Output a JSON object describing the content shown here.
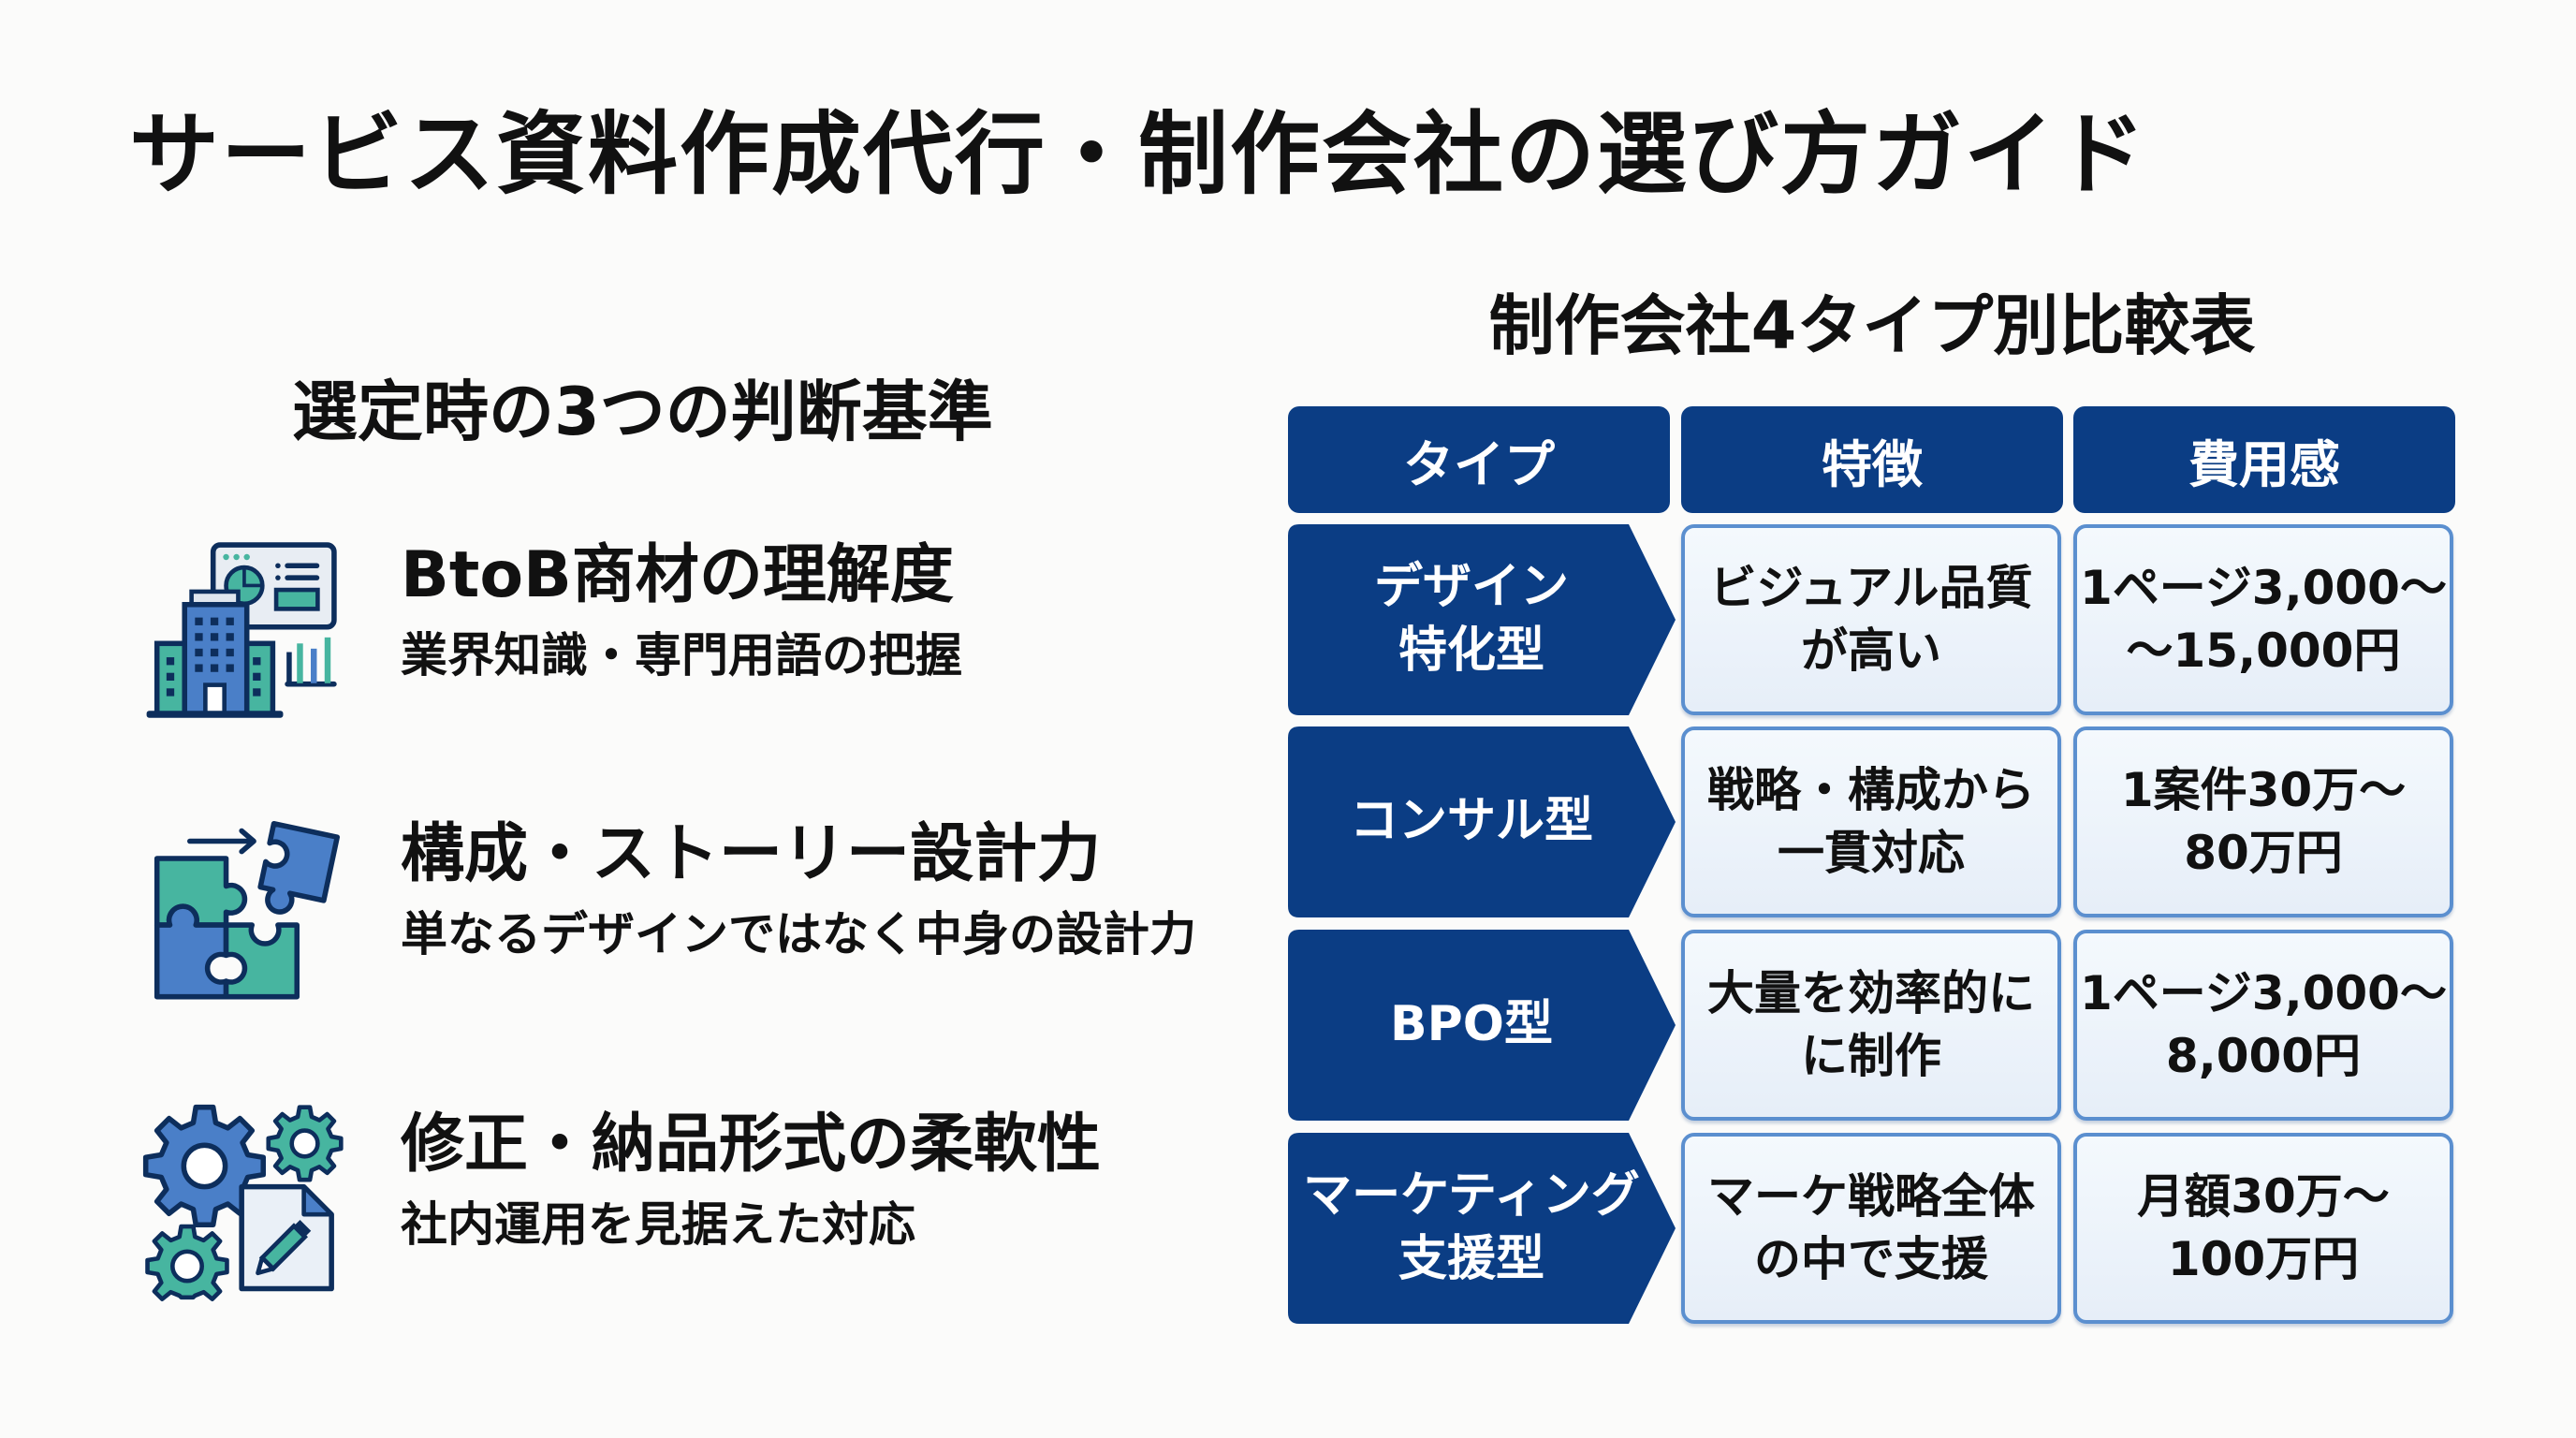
{
  "title": "サービス資料作成代行・制作会社の選び方ガイド",
  "criteria_section": {
    "heading": "選定時の3つの判断基準",
    "items": [
      {
        "icon": "building-dashboard-icon",
        "title": "BtoB商材の理解度",
        "subtitle": "業界知識・専門用語の把握"
      },
      {
        "icon": "puzzle-icon",
        "title": "構成・ストーリー設計力",
        "subtitle": "単なるデザインではなく中身の設計力"
      },
      {
        "icon": "gears-document-icon",
        "title": "修正・納品形式の柔軟性",
        "subtitle": "社内運用を見据えた対応"
      }
    ]
  },
  "comparison_table": {
    "title": "制作会社4タイプ別比較表",
    "headers": [
      "タイプ",
      "特徴",
      "費用感"
    ],
    "rows": [
      {
        "type": "デザイン\n特化型",
        "feature": "ビジュアル品質\nが高い",
        "cost": "1ページ3,000〜\n〜15,000円"
      },
      {
        "type": "コンサル型",
        "feature": "戦略・構成から\n一貫対応",
        "cost": "1案件30万〜\n80万円"
      },
      {
        "type": "BPO型",
        "feature": "大量を効率的に\nに制作",
        "cost": "1ページ3,000〜\n8,000円"
      },
      {
        "type": "マーケティング\n支援型",
        "feature": "マーケ戦略全体\nの中で支援",
        "cost": "月額30万〜\n100万円"
      }
    ]
  },
  "colors": {
    "navy": "#0b3d84",
    "dark_outline": "#0d2e5c",
    "blue": "#4a7fc8",
    "teal": "#47b5a0",
    "cell_border": "#5b8fcf",
    "cell_bg": "#eef4fb",
    "background": "#fbfbfa"
  }
}
